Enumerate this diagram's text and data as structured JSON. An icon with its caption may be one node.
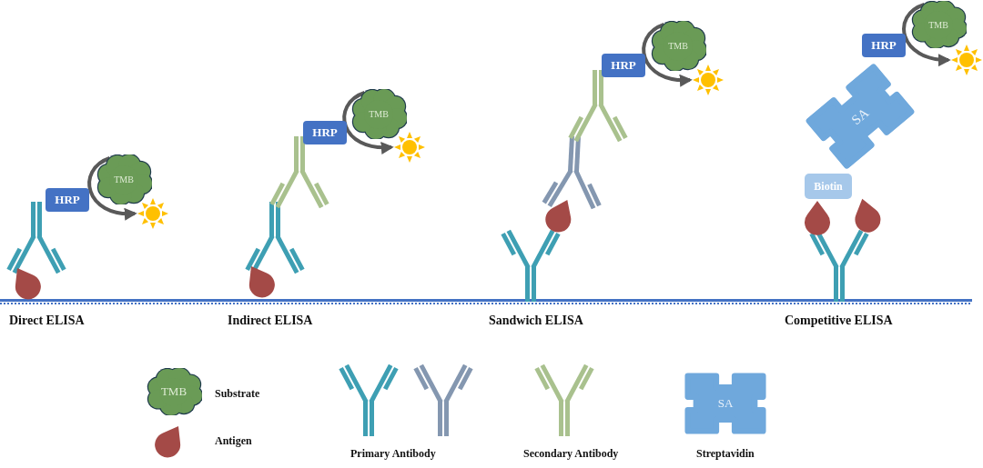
{
  "diagram": {
    "nodes": [
      {
        "text": [
          "HRP"
        ]
      },
      {
        "text": [
          "TMB"
        ]
      },
      {
        "text": [],
        "shape": "picture"
      },
      {
        "text": [
          "HRP"
        ]
      },
      {
        "text": [
          "TMB"
        ]
      },
      {
        "text": [],
        "shape": "picture"
      },
      {
        "text": [
          "HRP"
        ]
      },
      {
        "text": [
          "TMB"
        ]
      },
      {
        "text": [],
        "shape": "picture"
      },
      {
        "text": [
          "SA"
        ]
      },
      {
        "text": [
          "Biotin"
        ]
      },
      {
        "text": [
          "HRP"
        ]
      },
      {
        "text": [
          "TMB"
        ]
      },
      {
        "text": [],
        "shape": "picture"
      },
      {
        "text": [
          "TMB"
        ]
      },
      {
        "text": [
          "SA"
        ]
      }
    ],
    "edges": [
      {
        "from": 1,
        "to": 2,
        "arrow": "to"
      },
      {
        "from": 4,
        "to": 5,
        "arrow": "to"
      },
      {
        "from": 7,
        "to": 8,
        "arrow": "to"
      },
      {
        "from": 12,
        "to": 13,
        "arrow": "to"
      }
    ],
    "labels": [
      "Direct ELISA",
      "Indirect ELISA",
      "Sandwich ELISA",
      "Competitive ELISA"
    ],
    "legend": [
      {
        "text": "Substrate"
      },
      {
        "text": "Antigen"
      },
      {
        "text": "Primary Antibody"
      },
      {
        "text": "Secondary Antibody"
      },
      {
        "text": "Streptavidin"
      }
    ]
  }
}
